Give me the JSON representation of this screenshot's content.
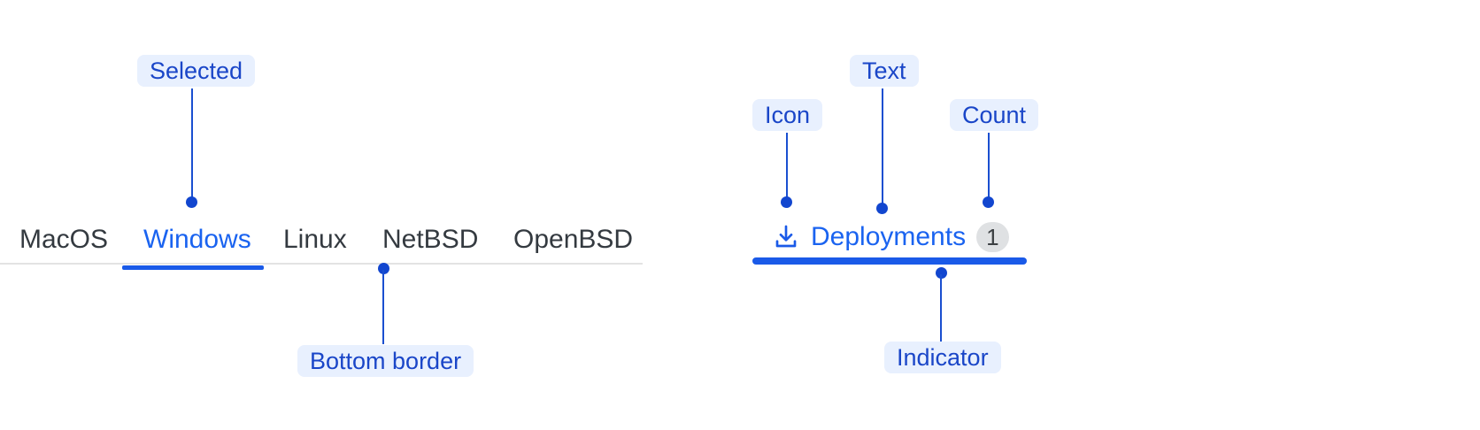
{
  "left_example": {
    "name": "tab-strip-states",
    "tabs": [
      {
        "label": "MacOS",
        "selected": false
      },
      {
        "label": "Windows",
        "selected": true
      },
      {
        "label": "Linux",
        "selected": false
      },
      {
        "label": "NetBSD",
        "selected": false
      },
      {
        "label": "OpenBSD",
        "selected": false
      }
    ],
    "annotations": [
      {
        "label": "Selected",
        "target": "selected-tab-underline"
      },
      {
        "label": "Bottom border",
        "target": "tabstrip-rule"
      }
    ]
  },
  "right_example": {
    "name": "tab-anatomy",
    "tab": {
      "icon": "download-icon",
      "text": "Deployments",
      "count": "1"
    },
    "annotations": [
      {
        "label": "Icon",
        "target": "tab-icon"
      },
      {
        "label": "Text",
        "target": "tab-text"
      },
      {
        "label": "Count",
        "target": "tab-count-badge"
      },
      {
        "label": "Indicator",
        "target": "tab-indicator-bar"
      }
    ]
  },
  "colors": {
    "accent_blue": "#1a63f0",
    "indicator_blue": "#1a5ae8",
    "annotation_blue": "#1a46c8",
    "annotation_pill_bg": "#e8f0fe",
    "tab_text": "#343a40",
    "rule_gray": "#e3e3e3",
    "badge_bg": "#dfe1e3",
    "badge_text": "#3c4043"
  }
}
